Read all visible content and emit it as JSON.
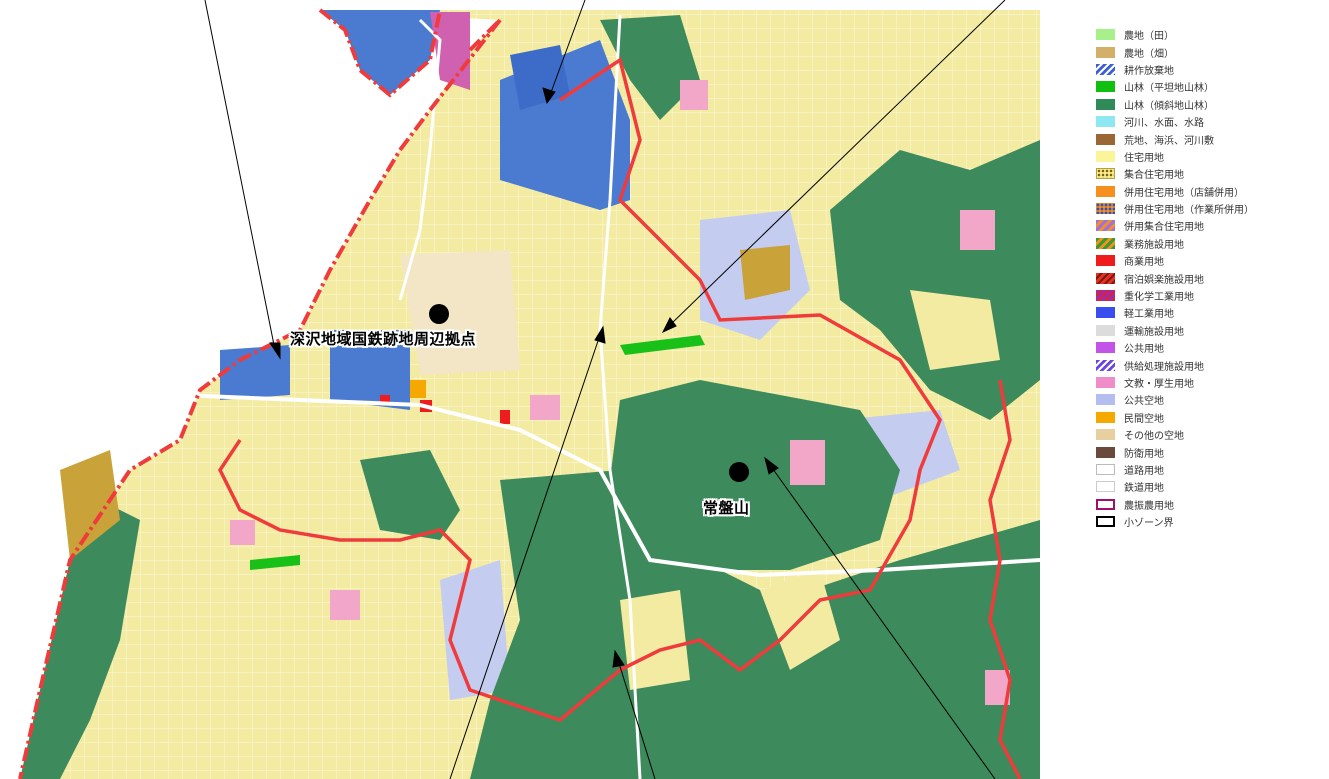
{
  "map": {
    "labels": {
      "fukasawa": "深沢地域国鉄跡地周辺拠点",
      "tokiwayama": "常盤山"
    }
  },
  "legend": {
    "items": [
      {
        "label": "農地（田）",
        "color": "#a8f08a",
        "pattern": "solid"
      },
      {
        "label": "農地（畑）",
        "color": "#d2b06a",
        "pattern": "solid"
      },
      {
        "label": "耕作放棄地",
        "color": "#3a5fd6",
        "pattern": "hatch-white"
      },
      {
        "label": "山林（平坦地山林）",
        "color": "#10c010",
        "pattern": "solid"
      },
      {
        "label": "山林（傾斜地山林）",
        "color": "#2e8b57",
        "pattern": "solid"
      },
      {
        "label": "河川、水面、水路",
        "color": "#8ee8f0",
        "pattern": "solid"
      },
      {
        "label": "荒地、海浜、河川敷",
        "color": "#9a6634",
        "pattern": "solid"
      },
      {
        "label": "住宅用地",
        "color": "#fbf59a",
        "pattern": "solid"
      },
      {
        "label": "集合住宅用地",
        "color": "#f6ee8a",
        "pattern": "dots"
      },
      {
        "label": "併用住宅用地（店舗併用）",
        "color": "#f5901e",
        "pattern": "solid"
      },
      {
        "label": "併用住宅用地（作業所併用）",
        "color": "#f5901e",
        "pattern": "dots-blue"
      },
      {
        "label": "併用集合住宅用地",
        "color": "#a070e0",
        "pattern": "hatch-orange"
      },
      {
        "label": "業務施設用地",
        "color": "#3a9a30",
        "pattern": "hatch-orange"
      },
      {
        "label": "商業用地",
        "color": "#ee1c1c",
        "pattern": "solid"
      },
      {
        "label": "宿泊娯楽施設用地",
        "color": "#e83020",
        "pattern": "hatch-dark"
      },
      {
        "label": "重化学工業用地",
        "color": "#9a2cb0",
        "pattern": "hatch-red"
      },
      {
        "label": "軽工業用地",
        "color": "#3a4ef0",
        "pattern": "solid"
      },
      {
        "label": "運輸施設用地",
        "color": "#dcdcdc",
        "pattern": "solid"
      },
      {
        "label": "公共用地",
        "color": "#c254e8",
        "pattern": "solid"
      },
      {
        "label": "供給処理施設用地",
        "color": "#6a48e0",
        "pattern": "hatch-white"
      },
      {
        "label": "文教・厚生用地",
        "color": "#f08cc8",
        "pattern": "solid"
      },
      {
        "label": "公共空地",
        "color": "#b4bcf0",
        "pattern": "solid"
      },
      {
        "label": "民間空地",
        "color": "#f5a800",
        "pattern": "solid"
      },
      {
        "label": "その他の空地",
        "color": "#e8cfa0",
        "pattern": "solid"
      },
      {
        "label": "防衛用地",
        "color": "#6a4a3a",
        "pattern": "solid"
      },
      {
        "label": "道路用地",
        "color": "#ffffff",
        "pattern": "outline"
      },
      {
        "label": "鉄道用地",
        "color": "#ffffff",
        "pattern": "outline-light"
      },
      {
        "label": "農振農用地",
        "color": "#ffffff",
        "pattern": "outline-magenta"
      },
      {
        "label": "小ゾーン界",
        "color": "#ffffff",
        "pattern": "outline-black"
      }
    ]
  },
  "colors": {
    "residential": "#f4eba2",
    "forest": "#3d8a5c",
    "industrial": "#4a7bd0",
    "boundary": "#ef3b3b",
    "public_open": "#c4cdf0",
    "education": "#f2a6c8"
  }
}
